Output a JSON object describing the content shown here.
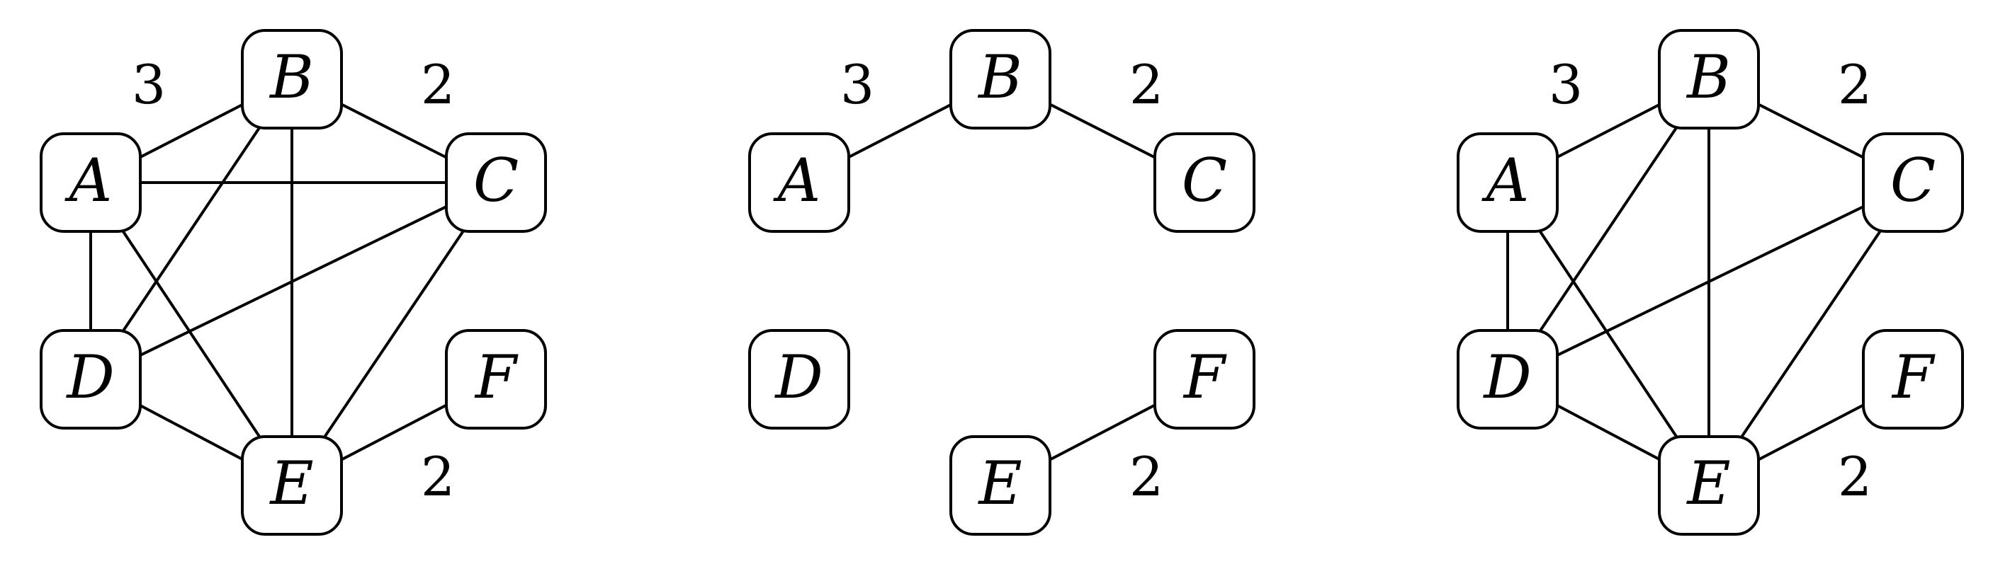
{
  "graphs": [
    {
      "id": "graph-1",
      "nodes": [
        "A",
        "B",
        "C",
        "D",
        "E",
        "F"
      ],
      "edges": [
        [
          "A",
          "B"
        ],
        [
          "A",
          "C"
        ],
        [
          "A",
          "D"
        ],
        [
          "A",
          "E"
        ],
        [
          "B",
          "C"
        ],
        [
          "B",
          "D"
        ],
        [
          "B",
          "E"
        ],
        [
          "C",
          "D"
        ],
        [
          "C",
          "E"
        ],
        [
          "D",
          "E"
        ],
        [
          "E",
          "F"
        ]
      ],
      "weights": [
        {
          "text": "3",
          "slot": "AB"
        },
        {
          "text": "2",
          "slot": "BC"
        },
        {
          "text": "2",
          "slot": "EF"
        }
      ]
    },
    {
      "id": "graph-2",
      "nodes": [
        "A",
        "B",
        "C",
        "D",
        "E",
        "F"
      ],
      "edges": [
        [
          "A",
          "B"
        ],
        [
          "B",
          "C"
        ],
        [
          "E",
          "F"
        ]
      ],
      "weights": [
        {
          "text": "3",
          "slot": "AB"
        },
        {
          "text": "2",
          "slot": "BC"
        },
        {
          "text": "2",
          "slot": "EF"
        }
      ]
    },
    {
      "id": "graph-3",
      "nodes": [
        "A",
        "B",
        "C",
        "D",
        "E",
        "F"
      ],
      "edges": [
        [
          "A",
          "B"
        ],
        [
          "A",
          "D"
        ],
        [
          "A",
          "E"
        ],
        [
          "B",
          "C"
        ],
        [
          "B",
          "D"
        ],
        [
          "B",
          "E"
        ],
        [
          "C",
          "D"
        ],
        [
          "C",
          "E"
        ],
        [
          "D",
          "E"
        ],
        [
          "E",
          "F"
        ]
      ],
      "weights": [
        {
          "text": "3",
          "slot": "AB"
        },
        {
          "text": "2",
          "slot": "BC"
        },
        {
          "text": "2",
          "slot": "EF"
        }
      ]
    }
  ]
}
